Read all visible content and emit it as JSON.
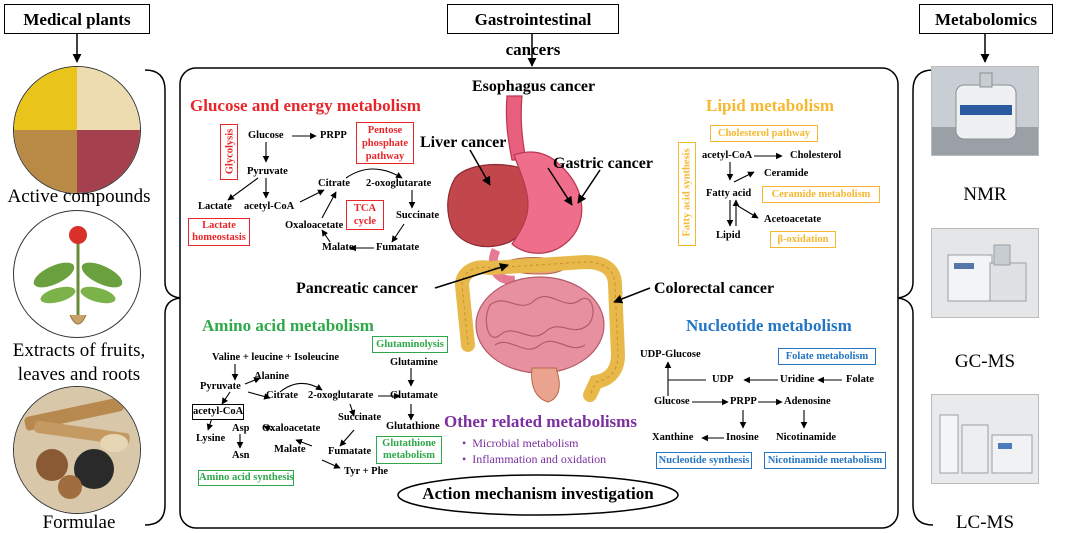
{
  "headers": {
    "medical_plants": "Medical plants",
    "gastrointestinal": "Gastrointestinal cancers",
    "metabolomics": "Metabolomics"
  },
  "left": {
    "active_compounds": "Active compounds",
    "extracts_l1": "Extracts of fruits,",
    "extracts_l2": "leaves and roots",
    "formulae": "Formulae"
  },
  "right": {
    "nmr": "NMR",
    "gcms": "GC-MS",
    "lcms": "LC-MS"
  },
  "colors": {
    "glucose": "#e8262a",
    "lipid": "#f5b82e",
    "amino": "#2ea84a",
    "nucleotide": "#2476c4",
    "other": "#7b2fa0"
  },
  "cancers": {
    "esophagus": "Esophagus cancer",
    "liver": "Liver cancer",
    "gastric": "Gastric cancer",
    "pancreatic": "Pancreatic cancer",
    "colorectal": "Colorectal cancer"
  },
  "glucose": {
    "title": "Glucose and energy metabolism",
    "glycolysis": "Glycolysis",
    "glucose": "Glucose",
    "prpp": "PRPP",
    "ppp_l1": "Pentose",
    "ppp_l2": "phosphate",
    "ppp_l3": "pathway",
    "pyruvate": "Pyruvate",
    "citrate": "Citrate",
    "oxoglutarate": "2-oxoglutarate",
    "lactate": "Lactate",
    "acetylcoa": "acetyl-CoA",
    "tca_l1": "TCA",
    "tca_l2": "cycle",
    "oxaloacetate": "Oxaloacetate",
    "succinate": "Succinate",
    "lactate_h_l1": "Lactate",
    "lactate_h_l2": "homeostasis",
    "malate": "Malate",
    "fumatate": "Fumatate"
  },
  "lipid": {
    "title": "Lipid metabolism",
    "cholesterol_pathway": "Cholesterol pathway",
    "fatty_acid_synthesis": "Fatty acid synthesis",
    "acetylcoa": "acetyl-CoA",
    "cholesterol": "Cholesterol",
    "ceramide": "Ceramide",
    "fatty_acid": "Fatty acid",
    "ceramide_metabolism": "Ceramide metabolism",
    "acetoacetate": "Acetoacetate",
    "lipid": "Lipid",
    "beta_oxidation": "β-oxidation"
  },
  "amino": {
    "title": "Amino acid metabolism",
    "glutaminolysis": "Glutaminolysis",
    "vli": "Valine + leucine + Isoleucine",
    "glutamine": "Glutamine",
    "alanine": "Alanine",
    "pyruvate": "Pyruvate",
    "citrate": "Citrate",
    "oxoglutarate": "2-oxoglutarate",
    "glutamate": "Glutamate",
    "acetylcoa": "acetyl-CoA",
    "succinate": "Succinate",
    "glutathione": "Glutathione",
    "asp": "Asp",
    "oxaloacetate": "Oxaloacetate",
    "lysine": "Lysine",
    "gm_l1": "Glutathione",
    "gm_l2": "metabolism",
    "asn": "Asn",
    "malate": "Malate",
    "fumatate": "Fumatate",
    "tyr_phe": "Tyr + Phe",
    "aas": "Amino acid synthesis"
  },
  "nucleotide": {
    "title": "Nucleotide metabolism",
    "udp_glucose": "UDP-Glucose",
    "folate_metabolism": "Folate metabolism",
    "udp": "UDP",
    "uridine": "Uridine",
    "folate": "Folate",
    "glucose": "Glucose",
    "prpp": "PRPP",
    "adenosine": "Adenosine",
    "xanthine": "Xanthine",
    "inosine": "Inosine",
    "nicotinamide": "Nicotinamide",
    "nucleotide_synthesis": "Nucleotide synthesis",
    "nicotinamide_metabolism": "Nicotinamide metabolism"
  },
  "other": {
    "title": "Other related metabolisms",
    "item1": "Microbial metabolism",
    "item2": "Inflammation and oxidation"
  },
  "footer": {
    "action": "Action mechanism investigation"
  }
}
